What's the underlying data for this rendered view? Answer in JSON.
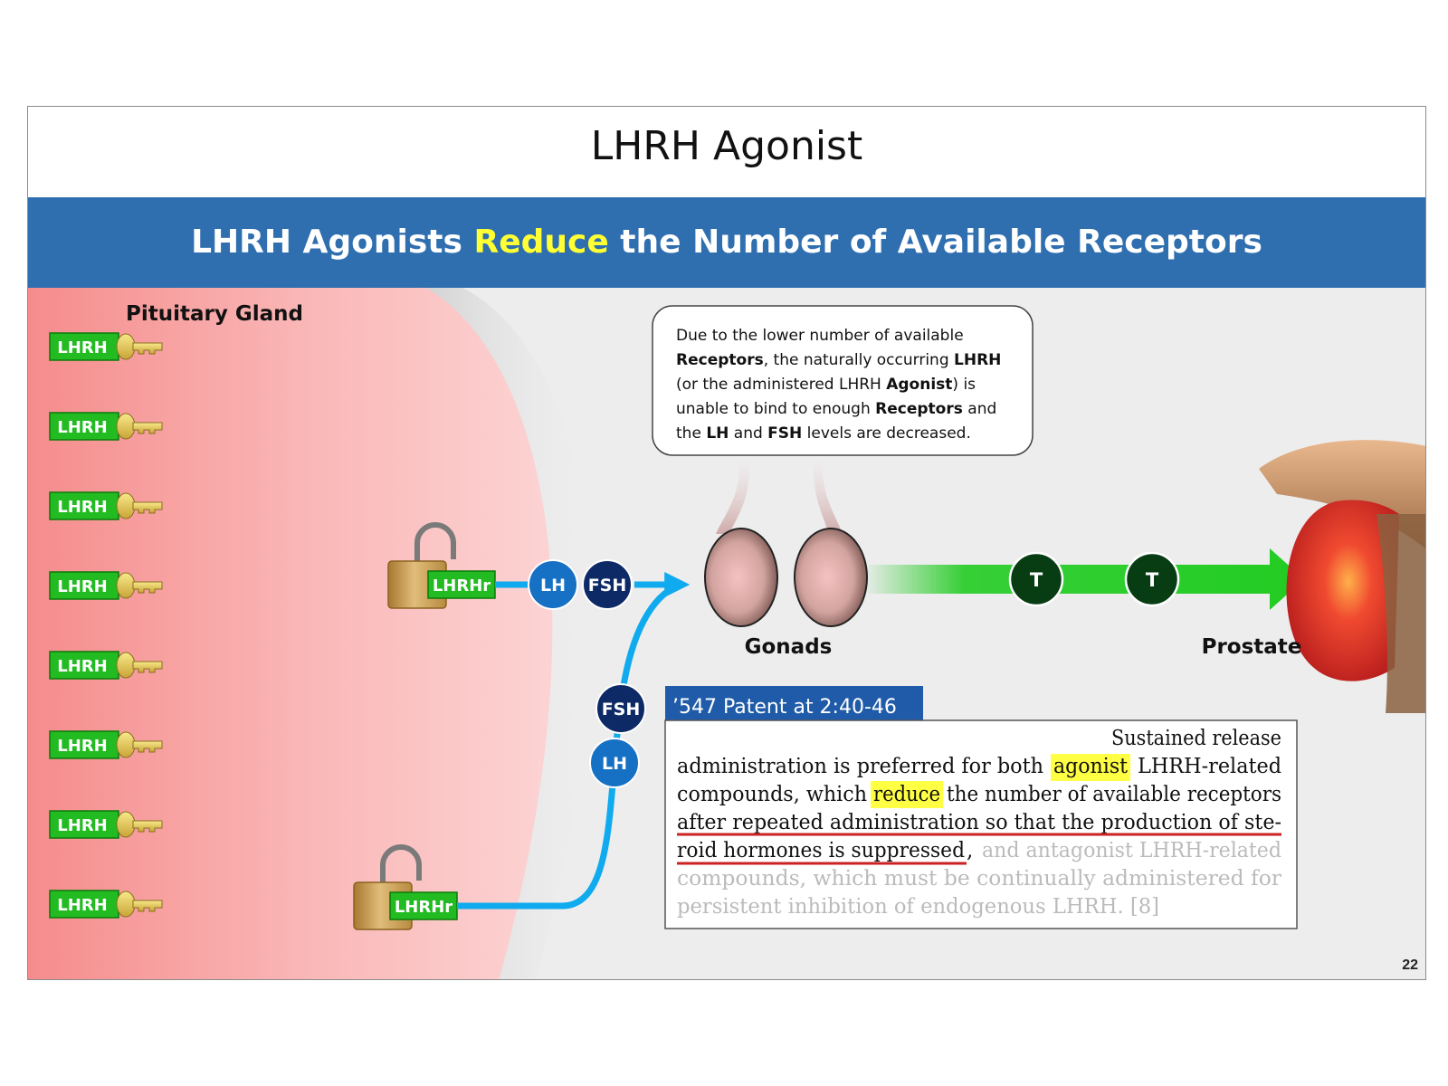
{
  "slide": {
    "title": "LHRH Agonist",
    "banner": {
      "before": "LHRH Agonists ",
      "highlight": "Reduce",
      "after": " the Number of Available Receptors"
    },
    "page_number": "22"
  },
  "colors": {
    "banner_blue": "#2f6fb0",
    "highlight_yellow": "#ffff33",
    "lhrh_tag_green": "#22bb22",
    "arrow_blue": "#10aaee",
    "testosterone_green": "#22cc22",
    "underline_red": "#cc2222"
  },
  "diagram": {
    "pituitary_label": "Pituitary Gland",
    "lhrh_key_labels": [
      "LHRH",
      "LHRH",
      "LHRH",
      "LHRH",
      "LHRH",
      "LHRH",
      "LHRH",
      "LHRH"
    ],
    "receptor_label": "LHRHr",
    "hormones": {
      "lh": "LH",
      "fsh": "FSH",
      "testosterone": "T"
    },
    "gonads_label": "Gonads",
    "prostate_label": "Prostate",
    "callout": {
      "line1": "Due to the lower number of available",
      "line2a": "Receptors",
      "line2b": ", the naturally occurring ",
      "line2c": "LHRH",
      "line3a": "(or the administered LHRH ",
      "line3b": "Agonist",
      "line3c": ") is",
      "line4a": "unable to bind to enough ",
      "line4b": "Receptors",
      "line4c": " and",
      "line5a": "the ",
      "line5b": "LH",
      "line5c": " and ",
      "line5d": "FSH",
      "line5e": " levels are decreased."
    },
    "citation": {
      "tab": "’547 Patent at 2:40-46",
      "line1": "Sustained release",
      "line2a": "administration is preferred for both",
      "line2b": "agonist",
      "line2c": "LHRH-related",
      "line3a": "compounds, which",
      "line3b": "reduce",
      "line3c": "the number of available receptors",
      "line4": "after repeated administration so that the production of ste-",
      "line5a": "roid hormones is suppressed",
      "line5b": ",",
      "line5c": "and antagonist LHRH-related",
      "line6": "compounds, which must be continually administered for",
      "line7": "persistent inhibition of endogenous LHRH. [8]"
    }
  }
}
